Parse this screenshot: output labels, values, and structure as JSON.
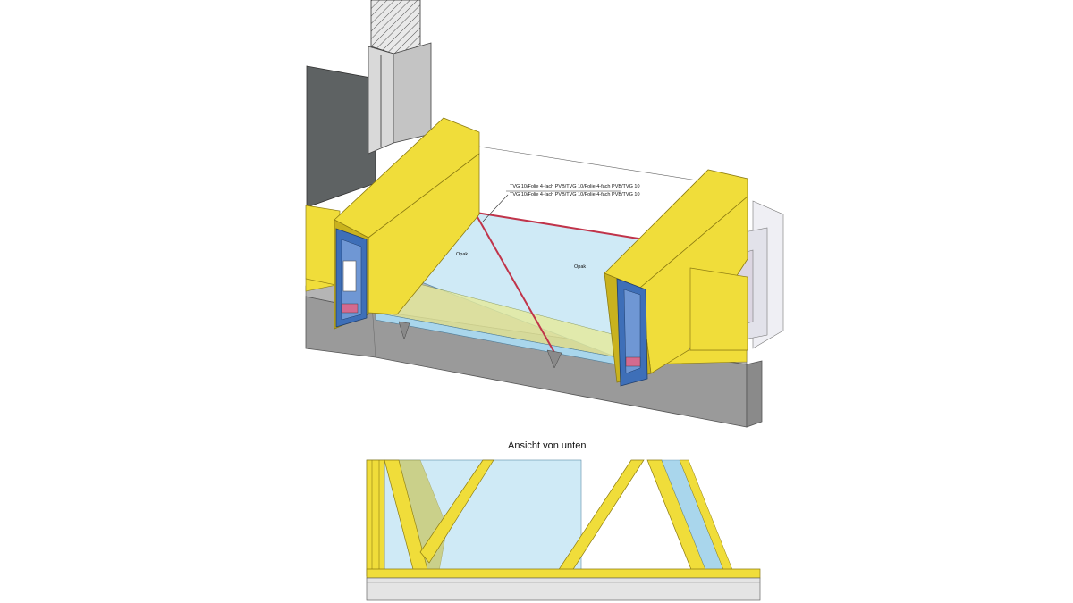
{
  "annotations": {
    "glass_spec_line_1": "TVG 10/Folie 4-fach PVB/TVG 10/Folie 4-fach PVB/TVG 10",
    "glass_spec_line_2": "TVG 10/Folie 4-fach PVB/TVG 10/Folie 4-fach PVB/TVG 10",
    "pane_left_label": "Opak",
    "pane_right_label": "Opak"
  },
  "view_caption": "Ansicht von unten",
  "colors": {
    "beam_yellow": "#F0DD3A",
    "beam_yellow_dark": "#C9B21E",
    "steel_blue": "#3E6FB8",
    "glass_light": "#CFEAF6",
    "glass_mid": "#A9D6EC",
    "concrete_grey": "#9A9A9A",
    "wall_dark": "#5E6263",
    "seal_red": "#C0344A"
  }
}
